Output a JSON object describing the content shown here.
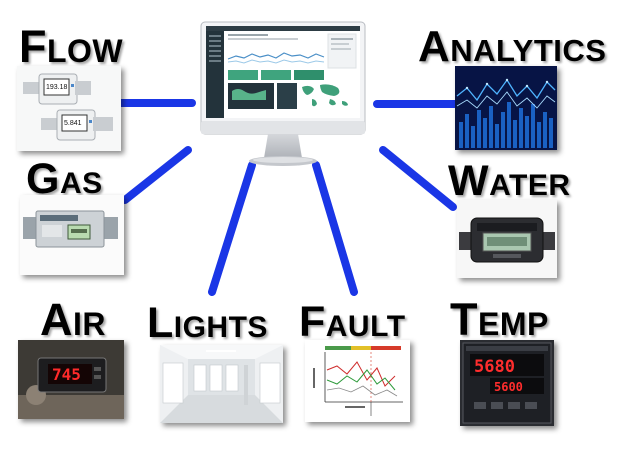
{
  "labels": {
    "flow": "Flow",
    "gas": "Gas",
    "air": "Air",
    "lights": "Lights",
    "fault": "Fault",
    "temp": "Temp",
    "water": "Water",
    "analytics": "Analytics"
  },
  "readouts": {
    "flow_meter_top": "193.18",
    "flow_meter_bottom": "5.841",
    "air_display": "745",
    "temp_display_top": "5680",
    "temp_display_bottom": "5600"
  },
  "colors": {
    "connector": "#1a36e6",
    "monitor_frame": "#e9eaec",
    "dashboard_dark": "#23333b",
    "analytics_bg": "#05123a"
  }
}
